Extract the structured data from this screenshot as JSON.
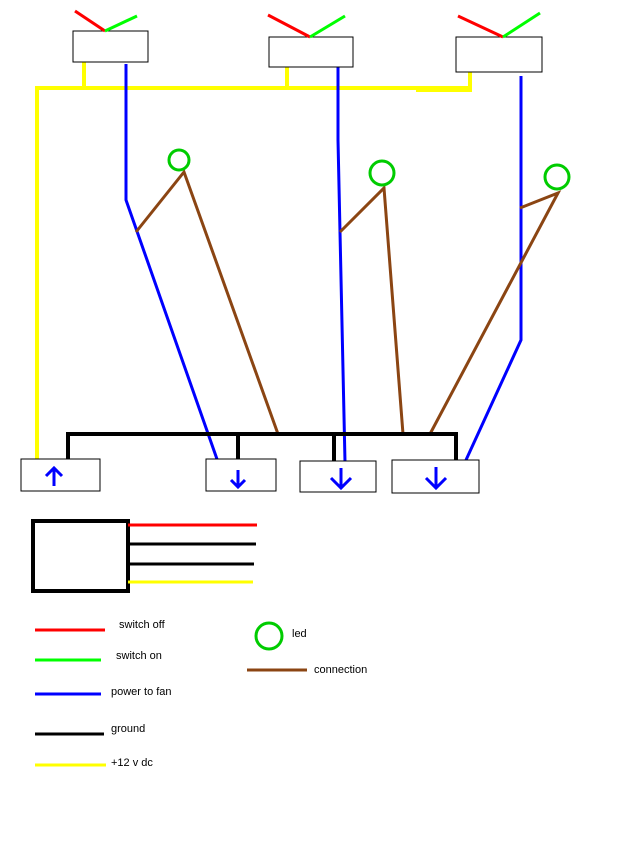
{
  "colors": {
    "switch_off": "#ff0000",
    "switch_on": "#00ff00",
    "power_to_fan": "#0000ff",
    "ground": "#000000",
    "plus12v": "#ffff00",
    "led": "#00cc00",
    "connection": "#8b4513",
    "box_border": "#000000"
  },
  "legend": {
    "switch_off": "switch off",
    "switch_on": "switch on",
    "power_to_fan": "power to fan",
    "ground": "ground",
    "plus12v": "+12 v dc",
    "led": "led",
    "connection": "connection"
  },
  "switches": [
    {
      "name": "switch-1",
      "icon": "toggle-switch-icon"
    },
    {
      "name": "switch-2",
      "icon": "toggle-switch-icon"
    },
    {
      "name": "switch-3",
      "icon": "toggle-switch-icon"
    }
  ],
  "leds": [
    {
      "name": "led-1",
      "icon": "led-circle-icon"
    },
    {
      "name": "led-2",
      "icon": "led-circle-icon"
    },
    {
      "name": "led-3",
      "icon": "led-circle-icon"
    }
  ],
  "fans": [
    {
      "name": "fan-1",
      "direction": "up",
      "icon": "arrow-up-icon"
    },
    {
      "name": "fan-2",
      "direction": "down",
      "icon": "arrow-down-icon"
    },
    {
      "name": "fan-3",
      "direction": "down",
      "icon": "arrow-down-icon"
    },
    {
      "name": "fan-4",
      "direction": "down",
      "icon": "arrow-down-icon"
    }
  ]
}
